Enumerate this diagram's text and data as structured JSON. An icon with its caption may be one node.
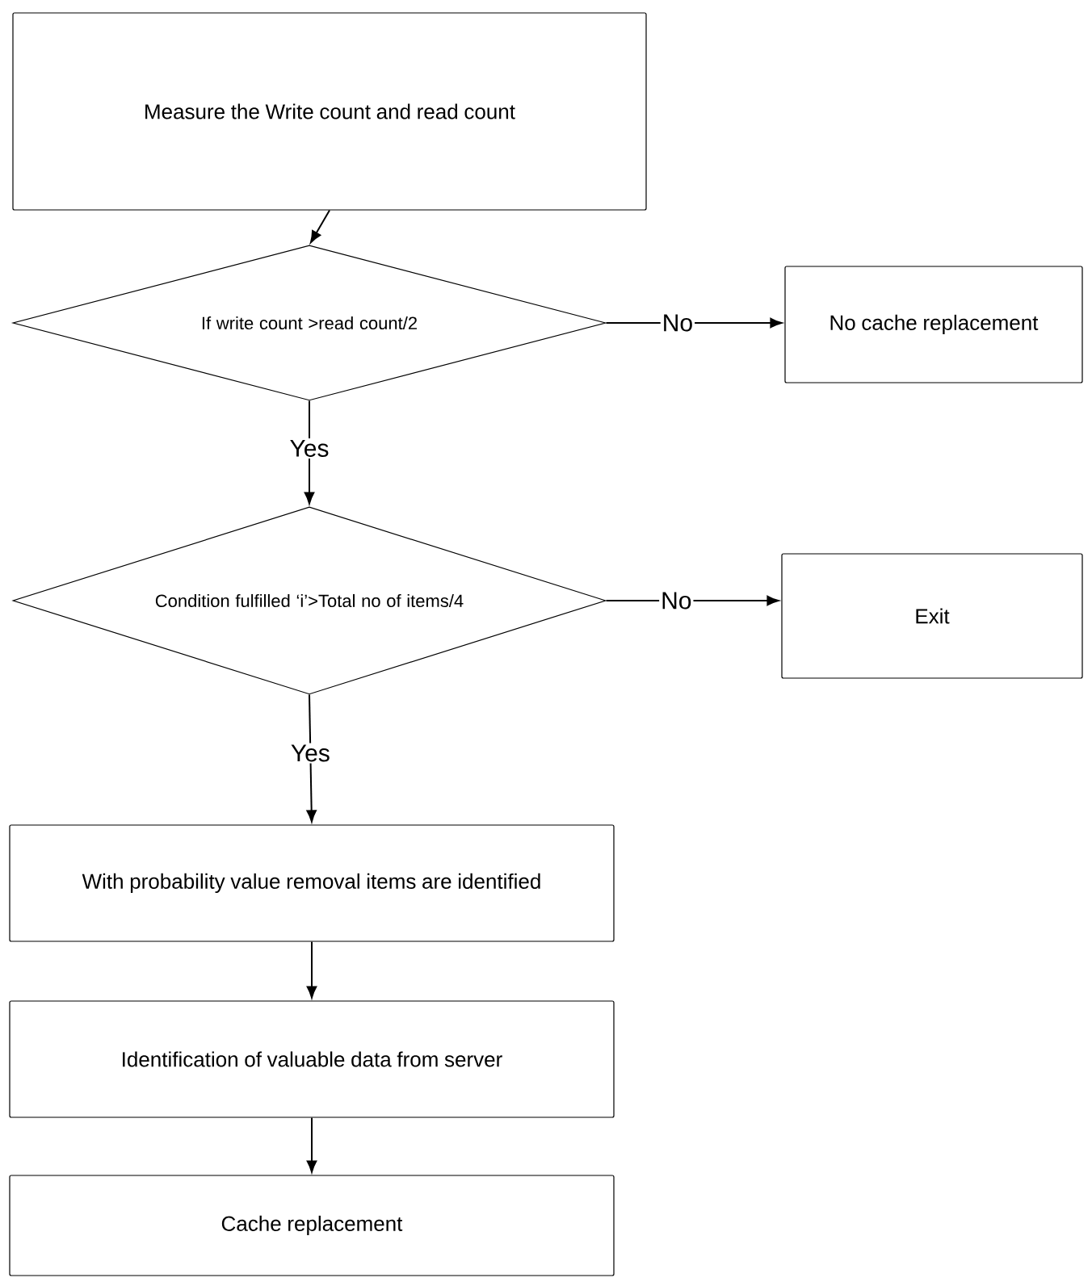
{
  "diagram": {
    "nodes": [
      {
        "text": [
          "Measure the Write count and read count"
        ]
      },
      {
        "text": [
          "If write count >read count/2"
        ]
      },
      {
        "text": [
          "No cache replacement"
        ]
      },
      {
        "text": [
          "Condition fulfilled ‘i’>Total no of items/4"
        ]
      },
      {
        "text": [
          "Exit"
        ]
      },
      {
        "text": [
          "With probability value removal items are identified"
        ]
      },
      {
        "text": [
          "Identification of valuable data from server"
        ]
      },
      {
        "text": [
          "Cache replacement"
        ]
      }
    ],
    "edges": [
      {
        "from": 0,
        "to": 1,
        "arrow": "to"
      },
      {
        "from": 1,
        "to": 2,
        "arrow": "to",
        "label": "No"
      },
      {
        "from": 1,
        "to": 3,
        "arrow": "to",
        "label": "Yes"
      },
      {
        "from": 3,
        "to": 4,
        "arrow": "to",
        "label": "No"
      },
      {
        "from": 3,
        "to": 5,
        "arrow": "to",
        "label": "Yes"
      },
      {
        "from": 5,
        "to": 6,
        "arrow": "to"
      },
      {
        "from": 6,
        "to": 7,
        "arrow": "to"
      }
    ]
  }
}
